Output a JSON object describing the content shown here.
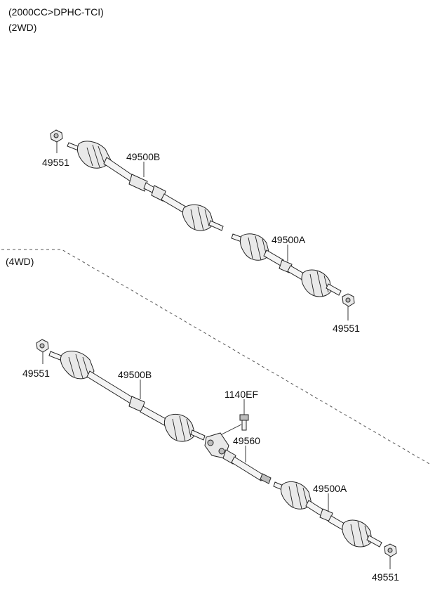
{
  "header": {
    "engine_spec": "(2000CC>DPHC-TCI)",
    "drive_2wd": "(2WD)",
    "drive_4wd": "(4WD)"
  },
  "parts_2wd": {
    "nut_left": "49551",
    "shaft_left": "49500B",
    "shaft_right": "49500A",
    "nut_right": "49551"
  },
  "parts_4wd": {
    "nut_left": "49551",
    "shaft_left": "49500B",
    "bolt": "1140EF",
    "intermediate_shaft": "49560",
    "shaft_right": "49500A",
    "nut_right": "49551"
  }
}
